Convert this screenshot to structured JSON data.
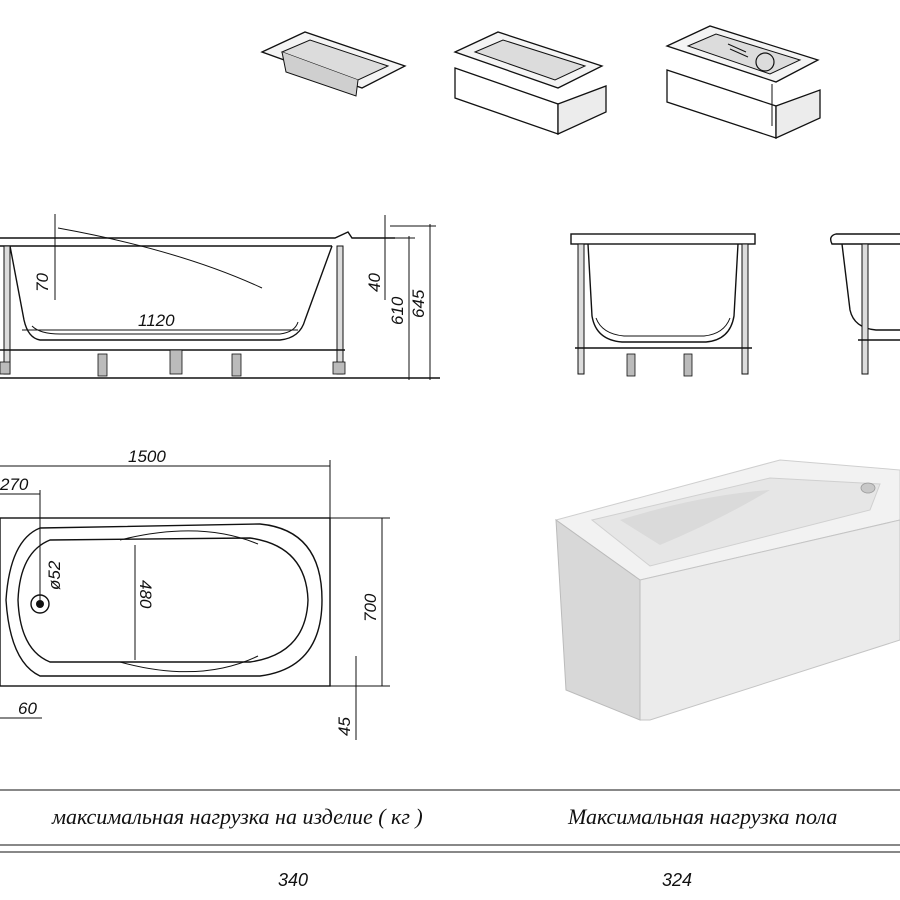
{
  "dimensions": {
    "side_depth_top": "70",
    "side_length_bottom": "1120",
    "side_rim": "40",
    "side_height_inner": "610",
    "side_height_total": "645",
    "plan_length": "1500",
    "plan_offset_drain": "270",
    "plan_drain_diameter": "ø52",
    "plan_inner_width": "480",
    "plan_width": "700",
    "plan_offset_bottom": "60",
    "plan_edge": "45"
  },
  "table": {
    "header_left": "максимальная нагрузка на изделие ( кг )",
    "header_right": "Максимальная нагрузка пола",
    "value_left": "340",
    "value_right": "324"
  }
}
